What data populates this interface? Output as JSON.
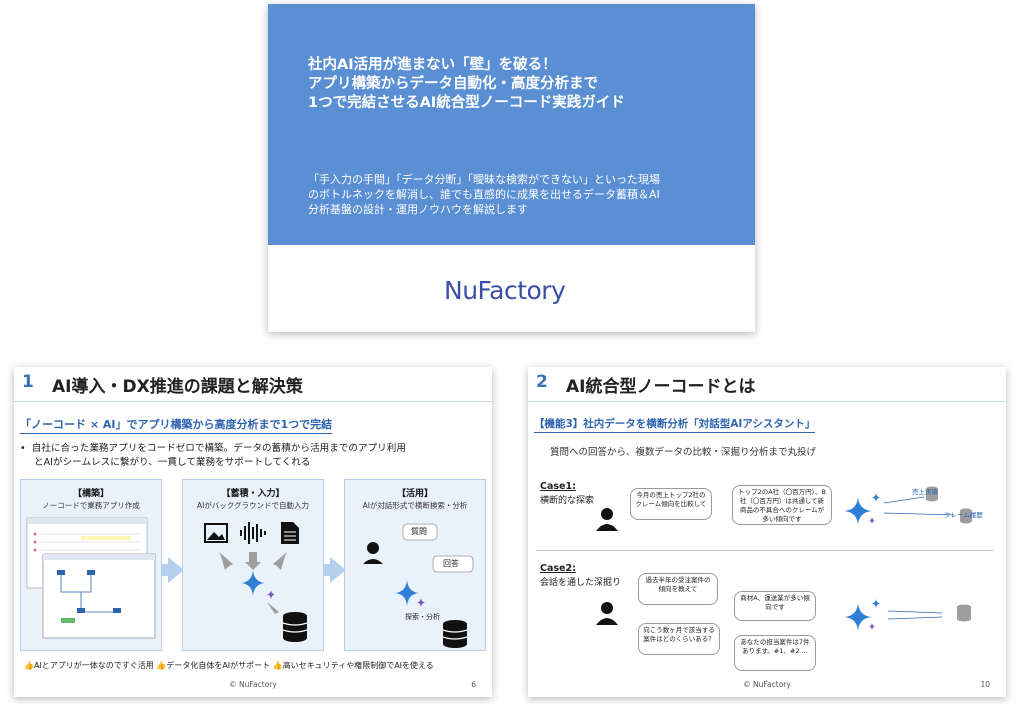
{
  "cover": {
    "title_lines": [
      "社内AI活用が進まない「壁」を破る！",
      "アプリ構築からデータ自動化・高度分析まで",
      "1つで完結させるAI統合型ノーコード実践ガイド"
    ],
    "subtitle_lines": [
      "「手入力の手間」「データ分断」「曖昧な検索ができない」といった現場",
      "のボトルネックを解消し、誰でも直感的に成果を出せるデータ蓄積＆AI",
      "分析基盤の設計・運用ノウハウを解説します"
    ],
    "logo_text": "NuFactory"
  },
  "slide1": {
    "number": "1",
    "title": "AI導入・DX推進の課題と解決策",
    "subtitle": "「ノーコード × AI」でアプリ構築から高度分析まで1つで完結",
    "bullet_line1": "自社に合った業務アプリをコードゼロで構築。データの蓄積から活用までのアプリ利用",
    "bullet_line2": "とAIがシームレスに繋がり、一貫して業務をサポートしてくれる",
    "panels": [
      {
        "title": "【構築】",
        "desc": "ノーコードで業務アプリ作成"
      },
      {
        "title": "【蓄積・入力】",
        "desc": "AIがバックグラウンドで自動入力"
      },
      {
        "title": "【活用】",
        "desc": "AIが対話形式で横断検索・分析"
      }
    ],
    "chat_labels": {
      "question": "質問",
      "answer": "回答",
      "search": "探索・分析"
    },
    "bottom_text": "AIとアプリが一体なのですぐ活用 データ化自体をAIがサポート 高いセキュリティや権限制御でAIを使える",
    "bottom_items": [
      "AIとアプリが一体なのですぐ活用",
      "データ化自体をAIがサポート",
      "高いセキュリティや権限制御でAIを使える"
    ],
    "footer": "© NuFactory",
    "page": "6"
  },
  "slide2": {
    "number": "2",
    "title": "AI統合型ノーコードとは",
    "subtitle": "【機能3】社内データを横断分析「対話型AIアシスタント」",
    "desc": "質問への回答から、複数データの比較・深掘り分析まで丸投げ",
    "case1": {
      "label": "Case1:",
      "desc": "横断的な探索",
      "q": "今月の売上トップ2社のクレーム傾向を比較して",
      "a": "トップ2のA社（〇百万円）、B社（〇百万円）は共通して新商品の不具合へのクレームが多い傾向です",
      "db1": "売上実績",
      "db2": "クレーム履歴"
    },
    "case2": {
      "label": "Case2:",
      "desc": "会話を通した深掘り",
      "q1": "過去半年の受注案件の傾向を教えて",
      "q2": "向こう数ヶ月で該当する案件はどのくらいある？",
      "a1": "商材A、運送業が多い傾向です",
      "a2": "あなたの担当案件は7件あります。#1、#2 …"
    },
    "footer": "© NuFactory",
    "page": "10"
  },
  "colors": {
    "cover_blue": "#5b8fd4",
    "accent": "#2f64b0",
    "panel_bg": "#e9f1fb"
  }
}
